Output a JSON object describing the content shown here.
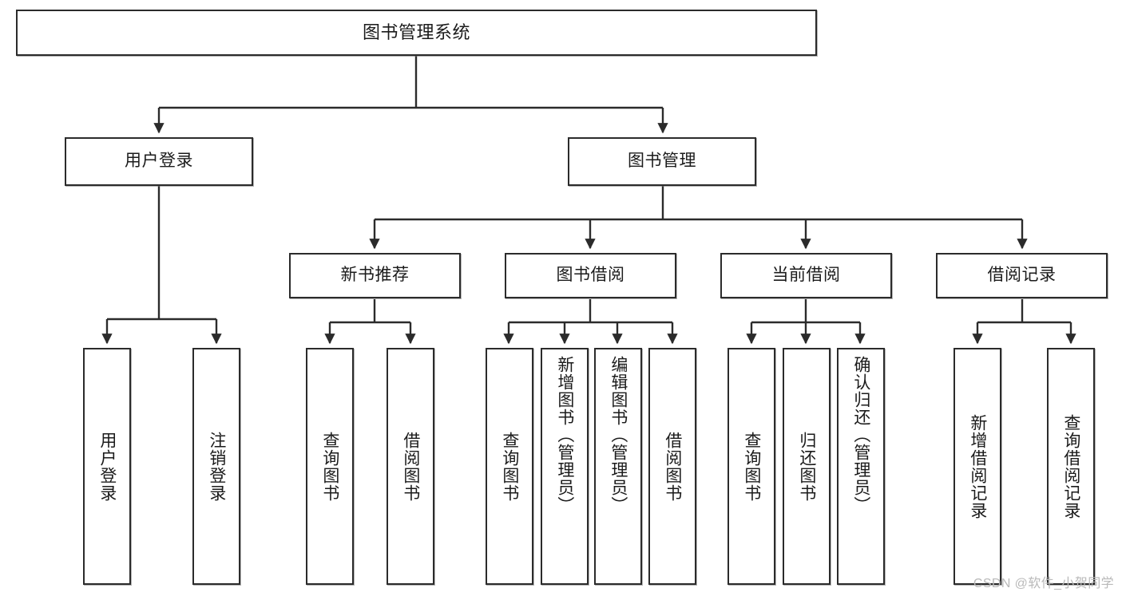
{
  "diagram": {
    "title": "图书管理系统",
    "type": "tree",
    "watermark": "CSDN @软件_小贺同学",
    "colors": {
      "stroke": "#2b2b2b",
      "fill": "#ffffff",
      "text": "#1b1b1b",
      "watermark": "#b9b9b9"
    },
    "root": {
      "label": "图书管理系统"
    },
    "level2": [
      {
        "label": "用户登录"
      },
      {
        "label": "图书管理"
      }
    ],
    "level3": [
      {
        "label": "新书推荐"
      },
      {
        "label": "图书借阅"
      },
      {
        "label": "当前借阅"
      },
      {
        "label": "借阅记录"
      }
    ],
    "leaves": {
      "user_login": [
        {
          "label": "用户登录"
        },
        {
          "label": "注销登录"
        }
      ],
      "new_book": [
        {
          "label": "查询图书"
        },
        {
          "label": "借阅图书"
        }
      ],
      "book_borrow": [
        {
          "label": "查询图书"
        },
        {
          "label": "新增图书（管理员）"
        },
        {
          "label": "编辑图书（管理员）"
        },
        {
          "label": "借阅图书"
        }
      ],
      "current_borrow": [
        {
          "label": "查询图书"
        },
        {
          "label": "归还图书"
        },
        {
          "label": "确认归还（管理员）"
        }
      ],
      "borrow_record": [
        {
          "label": "新增借阅记录"
        },
        {
          "label": "查询借阅记录"
        }
      ]
    }
  }
}
